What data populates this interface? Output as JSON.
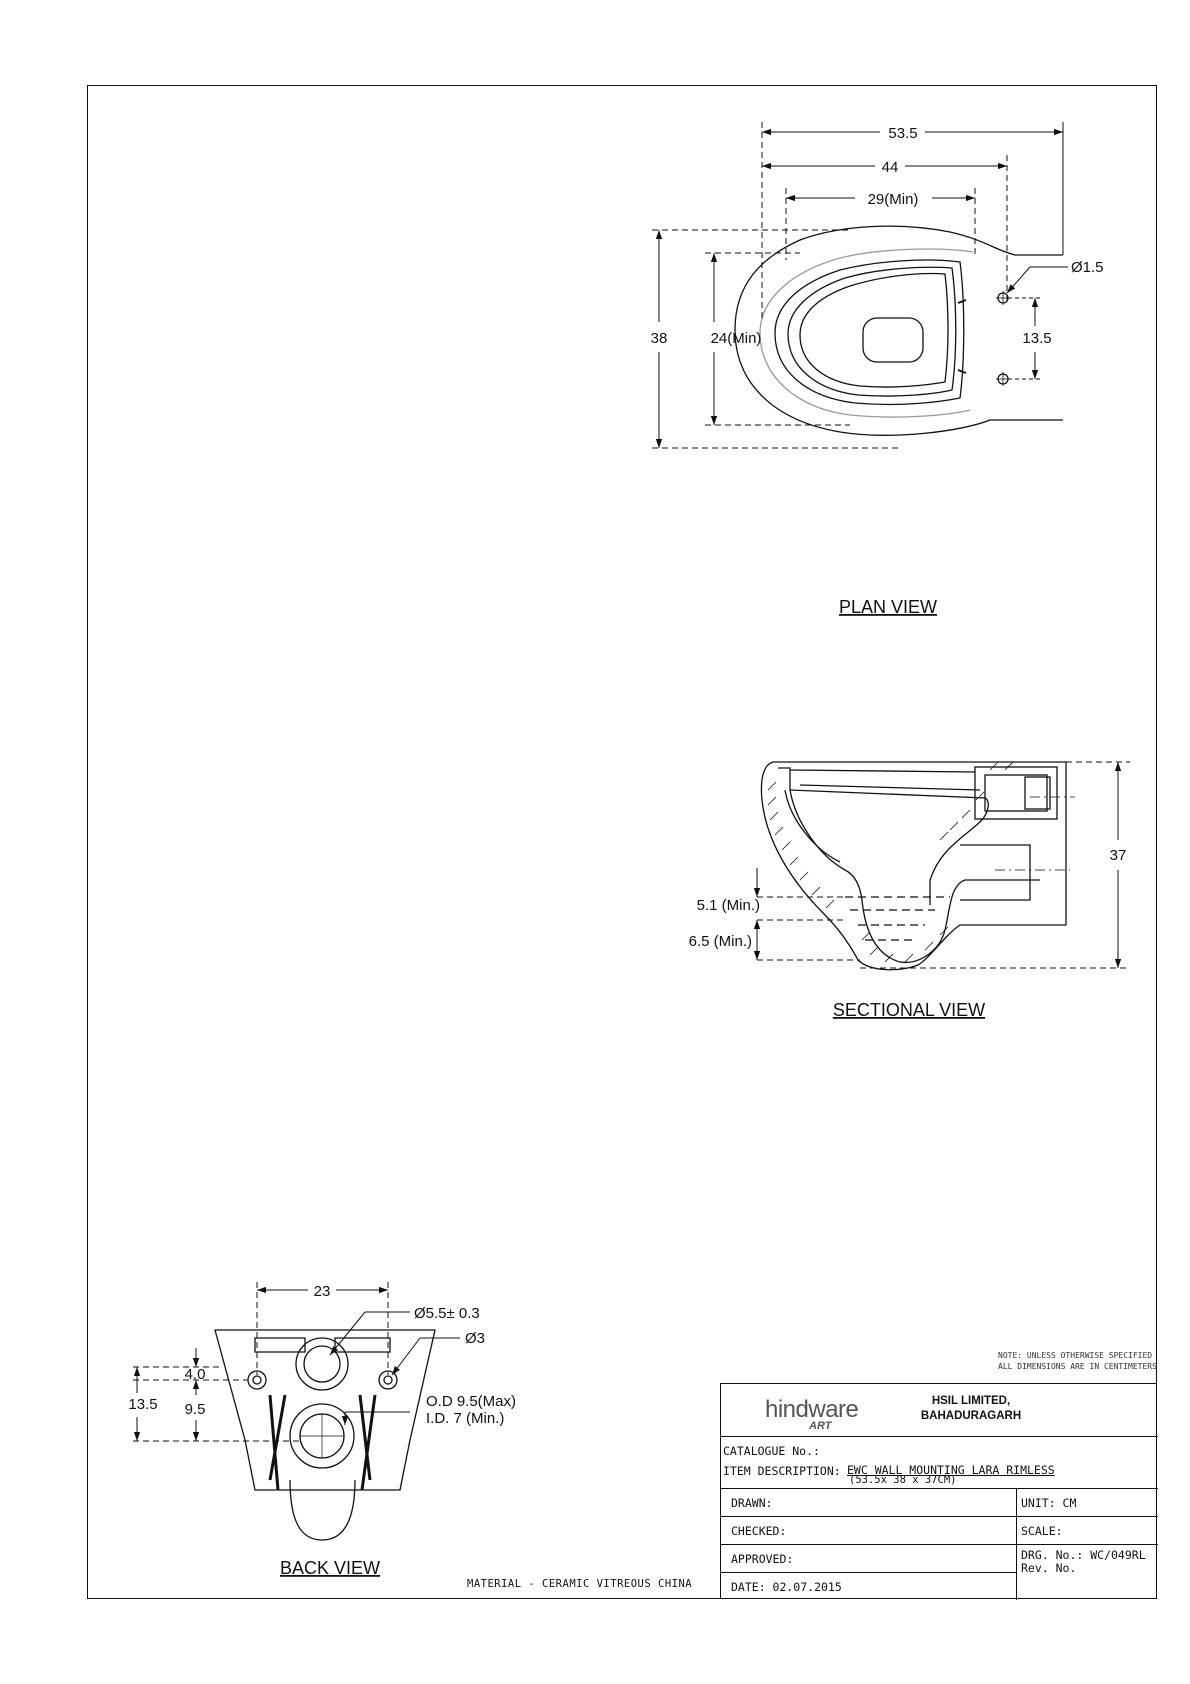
{
  "plan_view": {
    "label": "PLAN VIEW",
    "dims": {
      "overall_width": "53.5",
      "mid_width": "44",
      "min_width": "29(Min)",
      "hole_dia": "Ø1.5",
      "depth": "38",
      "min_depth": "24(Min)",
      "hole_spacing": "13.5"
    }
  },
  "sectional_view": {
    "label": "SECTIONAL VIEW",
    "dims": {
      "height": "37",
      "water_seal": "5.1 (Min.)",
      "trap_depth": "6.5 (Min.)"
    }
  },
  "back_view": {
    "label": "BACK VIEW",
    "dims": {
      "spacing": "23",
      "big_hole": "Ø5.5± 0.3",
      "small_hole": "Ø3",
      "upper": "4.0",
      "total": "13.5",
      "lower": "9.5",
      "od": "O.D 9.5(Max)",
      "id": "I.D. 7 (Min.)"
    }
  },
  "material": "MATERIAL - CERAMIC VITREOUS CHINA",
  "note": {
    "line1": "NOTE: UNLESS OTHERWISE SPECIFIED",
    "line2": "ALL DIMENSIONS ARE IN CENTIMETERS"
  },
  "title_block": {
    "logo_main": "hindware",
    "logo_sub": "ART",
    "company": "HSIL LIMITED,",
    "location": "BAHADURAGARH",
    "catalogue": "CATALOGUE No.:",
    "item_label": "ITEM DESCRIPTION:",
    "item_desc": "EWC WALL MOUNTING LARA RIMLESS",
    "item_size": "(53.5x 38 x 37CM)",
    "drawn": "DRAWN:",
    "checked": "CHECKED:",
    "approved": "APPROVED:",
    "date": "DATE:  02.07.2015",
    "unit": "UNIT: CM",
    "scale": "SCALE:",
    "drg": "DRG. No.: WC/049RL",
    "rev": "Rev. No."
  }
}
